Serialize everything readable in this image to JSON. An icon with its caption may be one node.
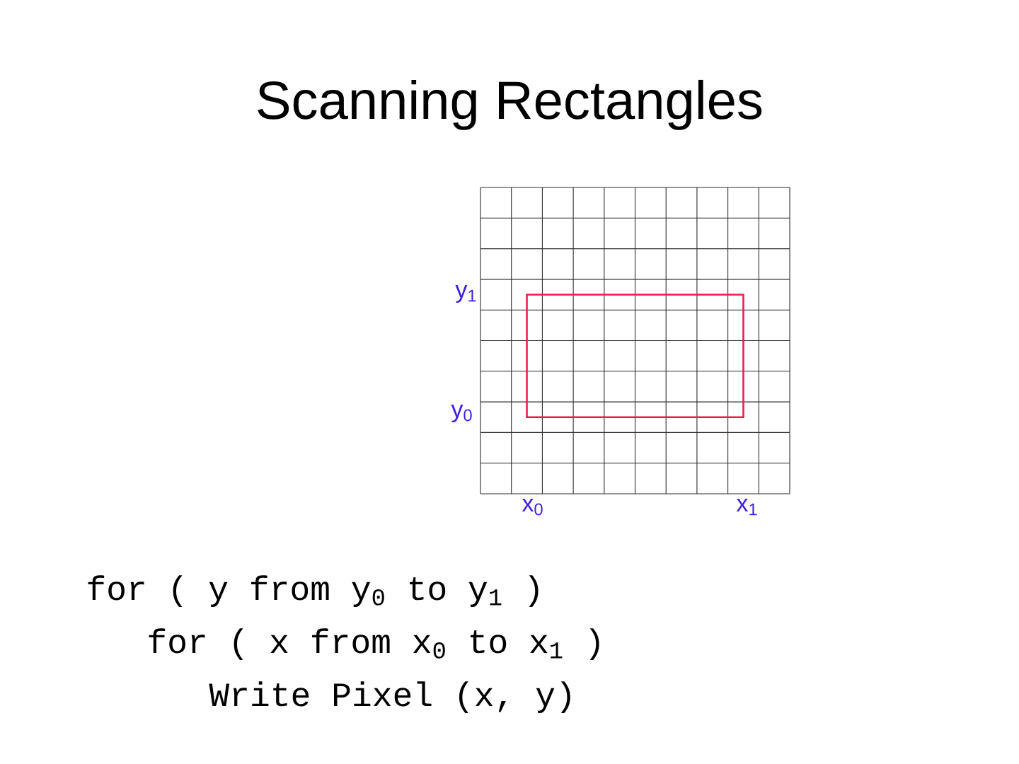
{
  "diagram": {
    "title": "Scanning Rectangles",
    "labels": [
      "y$_{1}$",
      "y$_{0}$",
      "x$_{0}$",
      "x$_{1}$",
      "for ( y from y$_{0}$ to y$_{1}$ )",
      "for ( x from x$_{0}$ to x$_{1}$ )",
      "Write Pixel (x, y)"
    ]
  }
}
